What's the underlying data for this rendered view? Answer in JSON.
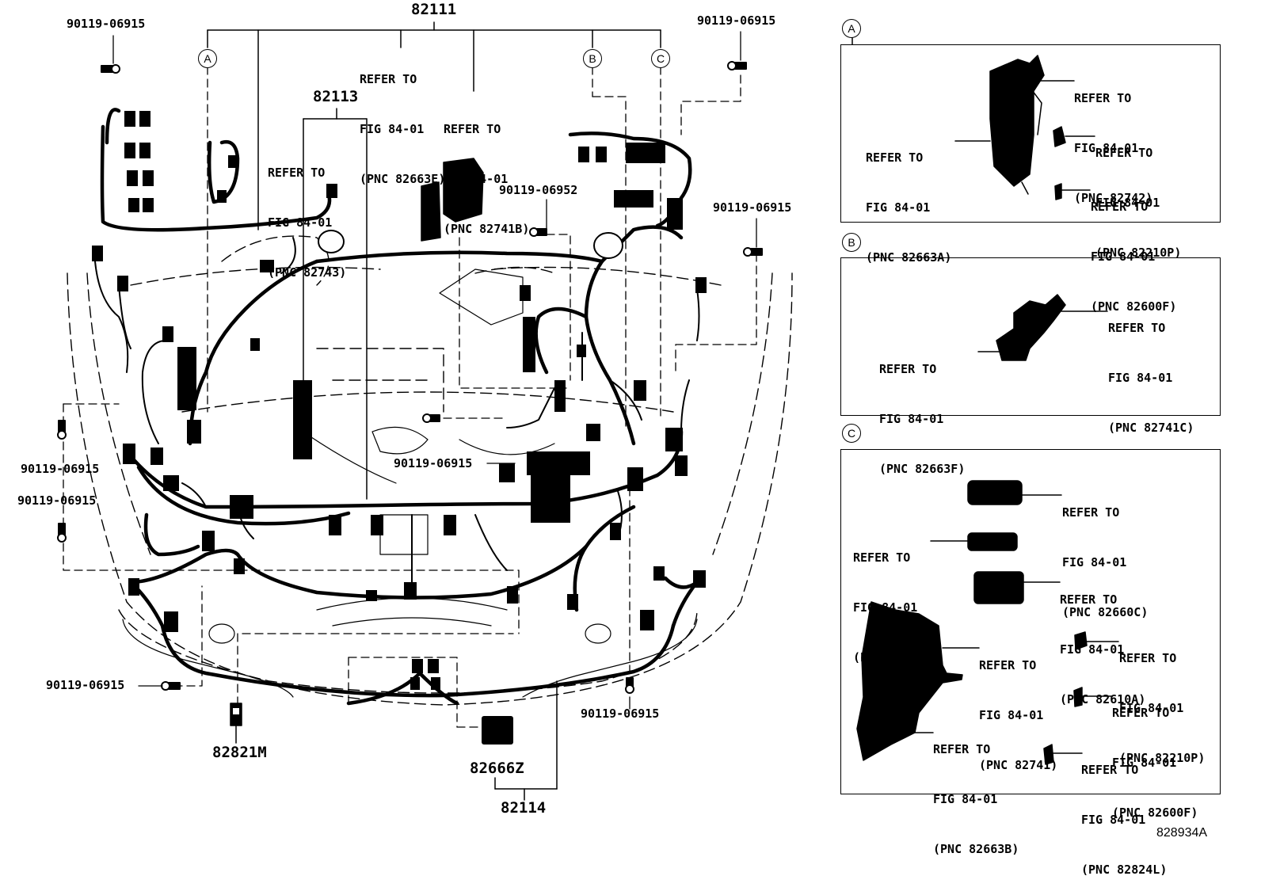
{
  "main": {
    "callouts": {
      "p82111": "82111",
      "p82113": "82113",
      "p82114": "82114",
      "p82666Z": "82666Z",
      "p82821M": "82821M",
      "bolt_tl": "90119-06915",
      "bolt_tr": "90119-06915",
      "bolt_r": "90119-06915",
      "bolt_mid": "90119-06952",
      "bolt_l1": "90119-06915",
      "bolt_l2": "90119-06915",
      "bolt_center": "90119-06915",
      "bolt_bl": "90119-06915",
      "bolt_br": "90119-06915"
    },
    "refs": {
      "r82663E": [
        "REFER TO",
        "FIG 84-01",
        "(PNC 82663E)"
      ],
      "r82741B": [
        "REFER TO",
        "FIG 84-01",
        "(PNC 82741B)"
      ],
      "r82743": [
        "REFER TO",
        "FIG 84-01",
        "(PNC 82743)"
      ]
    },
    "markers": {
      "a": "A",
      "b": "B",
      "c": "C"
    }
  },
  "detail_a": {
    "marker": "A",
    "refs": {
      "r82742": [
        "REFER TO",
        "FIG 84-01",
        "(PNC 82742)"
      ],
      "r82663A": [
        "REFER TO",
        "FIG 84-01",
        "(PNC 82663A)"
      ],
      "r82210P": [
        "REFER TO",
        "FIG 84-01",
        "(PNC 82210P)"
      ],
      "r82600F": [
        "REFER TO",
        "FIG 84-01",
        "(PNC 82600F)"
      ]
    }
  },
  "detail_b": {
    "marker": "B",
    "refs": {
      "r82741C": [
        "REFER TO",
        "FIG 84-01",
        "(PNC 82741C)"
      ],
      "r82663F": [
        "REFER TO",
        "FIG 84-01",
        "(PNC 82663F)"
      ]
    }
  },
  "detail_c": {
    "marker": "C",
    "refs": {
      "r82660C": [
        "REFER TO",
        "FIG 84-01",
        "(PNC 82660C)"
      ],
      "r82620A": [
        "REFER TO",
        "FIG 84-01",
        "(PNC 82620A)"
      ],
      "r82610A": [
        "REFER TO",
        "FIG 84-01",
        "(PNC 82610A)"
      ],
      "r82741": [
        "REFER TO",
        "FIG 84-01",
        "(PNC 82741)"
      ],
      "r82210P": [
        "REFER TO",
        "FIG 84-01",
        "(PNC 82210P)"
      ],
      "r82600F": [
        "REFER TO",
        "FIG 84-01",
        "(PNC 82600F)"
      ],
      "r82663B": [
        "REFER TO",
        "FIG 84-01",
        "(PNC 82663B)"
      ],
      "r82824L": [
        "REFER TO",
        "FIG 84-01",
        "(PNC 82824L)"
      ]
    }
  },
  "figure_id": "828934A"
}
